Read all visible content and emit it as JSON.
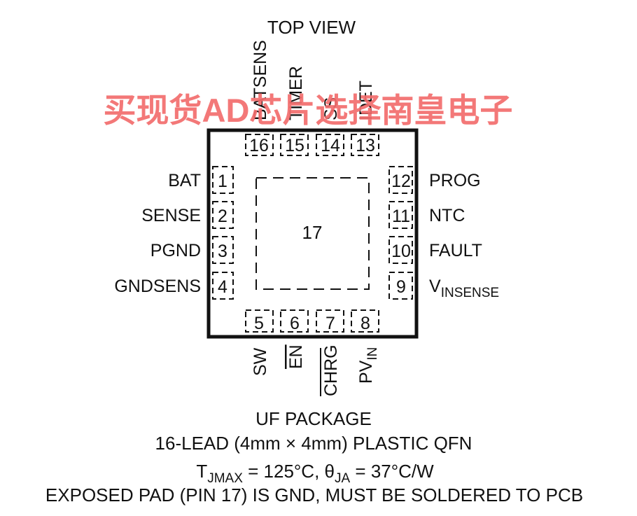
{
  "header": {
    "view_label": "TOP VIEW"
  },
  "watermark": {
    "text": "买现货AD芯片选择南皇电子",
    "color": "#f26d6d"
  },
  "pins": {
    "left": [
      {
        "num": "1",
        "name": "BAT"
      },
      {
        "num": "2",
        "name": "SENSE"
      },
      {
        "num": "3",
        "name": "PGND"
      },
      {
        "num": "4",
        "name": "GNDSENS"
      }
    ],
    "right": [
      {
        "num": "12",
        "name": "PROG"
      },
      {
        "num": "11",
        "name": "NTC"
      },
      {
        "num": "10",
        "name": "FAULT"
      },
      {
        "num": "9",
        "name_main": "V",
        "name_sub": "INSENSE"
      }
    ],
    "top": [
      {
        "num": "16",
        "name": "BATSENS"
      },
      {
        "num": "15",
        "name": "TIMER"
      },
      {
        "num": "14",
        "name": "SS"
      },
      {
        "num": "13",
        "name": "IDET"
      }
    ],
    "bottom": [
      {
        "num": "5",
        "name": "SW"
      },
      {
        "num": "6",
        "name": "EN",
        "overbar": true
      },
      {
        "num": "7",
        "name": "CHRG",
        "overbar": true
      },
      {
        "num": "8",
        "name_main": "PV",
        "name_sub": "IN"
      }
    ],
    "exposed_pad": {
      "num": "17"
    }
  },
  "package": {
    "name": "UF PACKAGE",
    "description": "16-LEAD (4mm × 4mm) PLASTIC QFN",
    "thermal": {
      "t_main": "T",
      "t_sub": "JMAX",
      "t_value": " = 125°C, ",
      "theta": "θ",
      "theta_sub": "JA",
      "theta_value": " = 37°C/W"
    },
    "note": "EXPOSED PAD (PIN 17) IS GND, MUST BE SOLDERED TO PCB"
  }
}
